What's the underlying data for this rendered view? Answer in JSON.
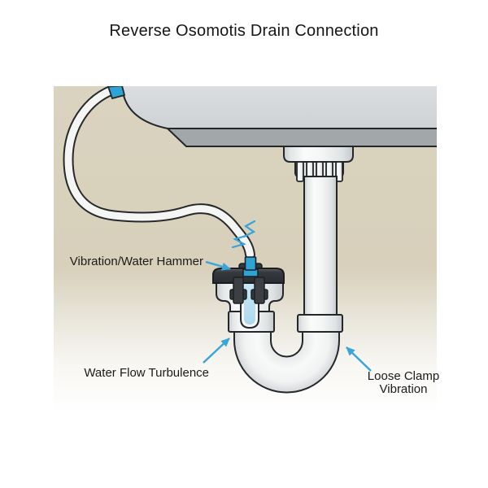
{
  "title": "Reverse Osomotis Drain Connection",
  "labels": {
    "water_hammer": "Vibration/Water Hammer",
    "turbulence": "Water Flow Turbulence",
    "loose_clamp": "Loose Clamp Vibration"
  },
  "colors": {
    "background": "#ffffff",
    "panel_beige": "#d9d2bd",
    "sink_gray": "#d6d9db",
    "sink_rim_gray": "#a2a7aa",
    "pipe_white": "#f2f3f3",
    "outline": "#26292c",
    "clamp_dark": "#34383c",
    "fitting_blue": "#2ea3d6",
    "water_blue": "#bfe2f1",
    "arrow_blue": "#39a4da",
    "text": "#1a1a1a"
  }
}
